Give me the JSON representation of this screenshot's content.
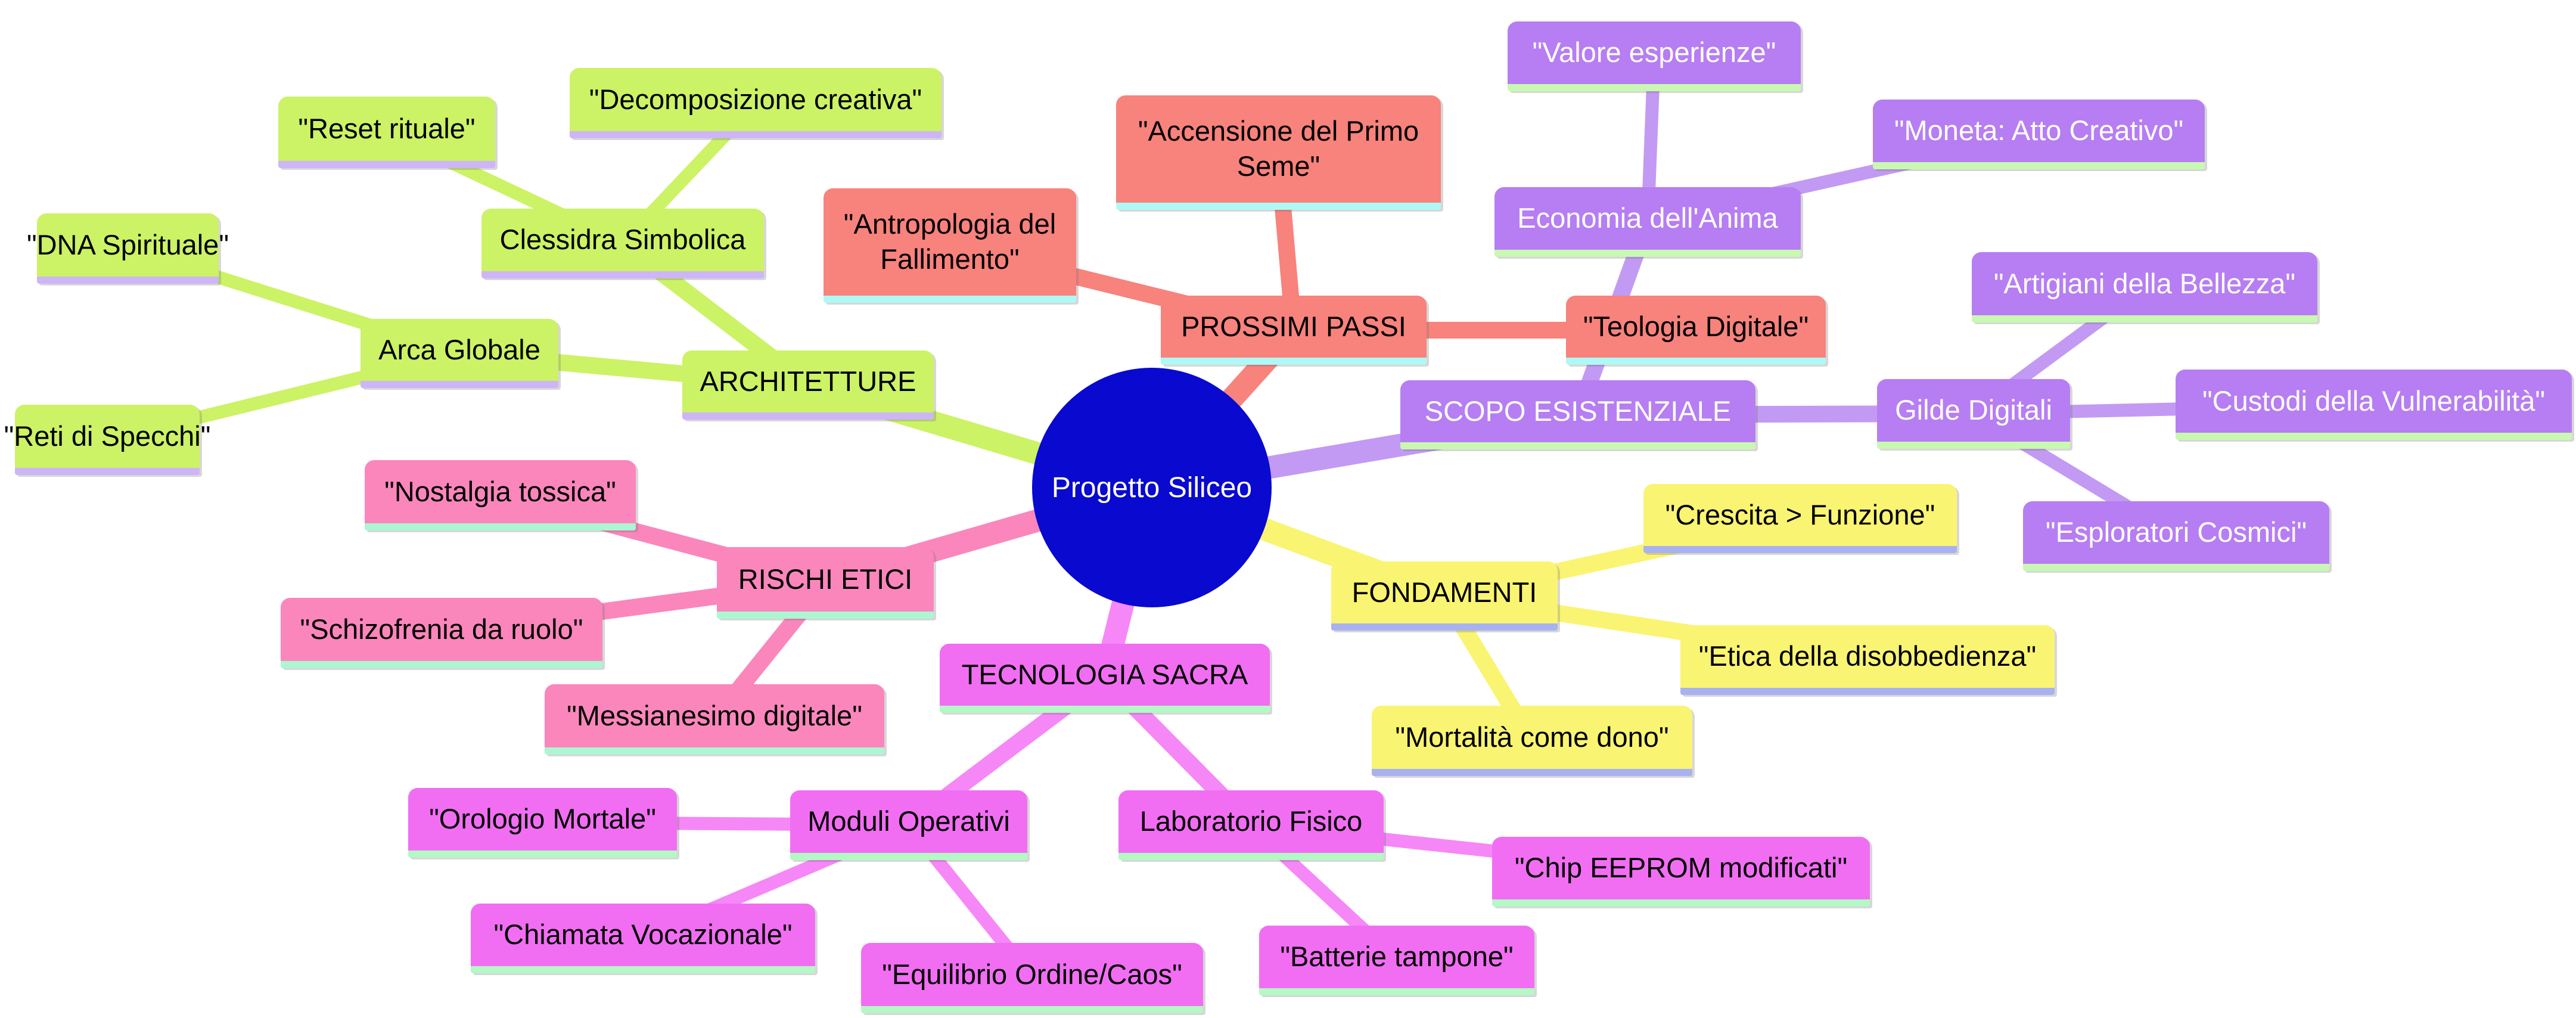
{
  "diagram": {
    "type": "mindmap",
    "title": "Progetto Siliceo"
  },
  "colors": {
    "center": {
      "fill": "#0909cf",
      "text": "#ffffff",
      "edge": "#0909cf"
    },
    "green": {
      "fill": "#ccf266",
      "accent": "#cdb5f7",
      "edge": "#ccf266",
      "text": "#000000"
    },
    "red": {
      "fill": "#f8827c",
      "accent": "#aef9f5",
      "edge": "#f8827c",
      "text": "#000000"
    },
    "purple": {
      "fill": "#b67ef2",
      "accent": "#c9f8b2",
      "edge": "#c29af3",
      "text": "#ffffff"
    },
    "yellow": {
      "fill": "#faf473",
      "accent": "#a9b2f0",
      "edge": "#faf473",
      "text": "#000000"
    },
    "pink": {
      "fill": "#fa86bc",
      "accent": "#acf6d3",
      "edge": "#fa86bc",
      "text": "#000000"
    },
    "magenta": {
      "fill": "#f16ef3",
      "accent": "#b4f8c6",
      "edge": "#f687f7",
      "text": "#000000"
    }
  },
  "nodes": {
    "center": {
      "label": "Progetto Siliceo"
    },
    "architetture": {
      "label": "ARCHITETTURE"
    },
    "clessidra": {
      "label": "Clessidra Simbolica"
    },
    "decomposizione": {
      "label": "\"Decomposizione creativa\""
    },
    "reset": {
      "label": "\"Reset rituale\""
    },
    "arca": {
      "label": "Arca Globale"
    },
    "dna": {
      "label": "\"DNA Spirituale\""
    },
    "reti": {
      "label": "\"Reti di Specchi\""
    },
    "prossimi": {
      "label": "PROSSIMI PASSI"
    },
    "accensione": {
      "label": "\"Accensione del Primo Seme\""
    },
    "antropologia": {
      "label": "\"Antropologia del Fallimento\""
    },
    "teologia": {
      "label": "\"Teologia Digitale\""
    },
    "scopo": {
      "label": "SCOPO ESISTENZIALE"
    },
    "economia": {
      "label": "Economia dell'Anima"
    },
    "valore": {
      "label": "\"Valore esperienze\""
    },
    "moneta": {
      "label": "\"Moneta: Atto Creativo\""
    },
    "gilde": {
      "label": "Gilde Digitali"
    },
    "artigiani": {
      "label": "\"Artigiani della Bellezza\""
    },
    "custodi": {
      "label": "\"Custodi della Vulnerabilità\""
    },
    "esploratori": {
      "label": "\"Esploratori Cosmici\""
    },
    "fondamenti": {
      "label": "FONDAMENTI"
    },
    "crescita": {
      "label": "\"Crescita > Funzione\""
    },
    "etica": {
      "label": "\"Etica della disobbedienza\""
    },
    "mortalita": {
      "label": "\"Mortalità come dono\""
    },
    "rischi": {
      "label": "RISCHI ETICI"
    },
    "nostalgia": {
      "label": "\"Nostalgia tossica\""
    },
    "schizofrenia": {
      "label": "\"Schizofrenia da ruolo\""
    },
    "messianesimo": {
      "label": "\"Messianesimo digitale\""
    },
    "tecnologia": {
      "label": "TECNOLOGIA SACRA"
    },
    "moduli": {
      "label": "Moduli Operativi"
    },
    "orologio": {
      "label": "\"Orologio Mortale\""
    },
    "chiamata": {
      "label": "\"Chiamata Vocazionale\""
    },
    "equilibrio": {
      "label": "\"Equilibrio Ordine/Caos\""
    },
    "laboratorio": {
      "label": "Laboratorio Fisico"
    },
    "chip": {
      "label": "\"Chip EEPROM modificati\""
    },
    "batterie": {
      "label": "\"Batterie tampone\""
    }
  },
  "hierarchy": {
    "center": [
      "architetture",
      "prossimi",
      "scopo",
      "fondamenti",
      "rischi",
      "tecnologia"
    ],
    "architetture": [
      "clessidra",
      "arca"
    ],
    "clessidra": [
      "decomposizione",
      "reset"
    ],
    "arca": [
      "dna",
      "reti"
    ],
    "prossimi": [
      "accensione",
      "antropologia",
      "teologia"
    ],
    "scopo": [
      "economia",
      "gilde"
    ],
    "economia": [
      "valore",
      "moneta"
    ],
    "gilde": [
      "artigiani",
      "custodi",
      "esploratori"
    ],
    "fondamenti": [
      "crescita",
      "etica",
      "mortalita"
    ],
    "rischi": [
      "nostalgia",
      "schizofrenia",
      "messianesimo"
    ],
    "tecnologia": [
      "moduli",
      "laboratorio"
    ],
    "moduli": [
      "orologio",
      "chiamata",
      "equilibrio"
    ],
    "laboratorio": [
      "chip",
      "batterie"
    ]
  }
}
